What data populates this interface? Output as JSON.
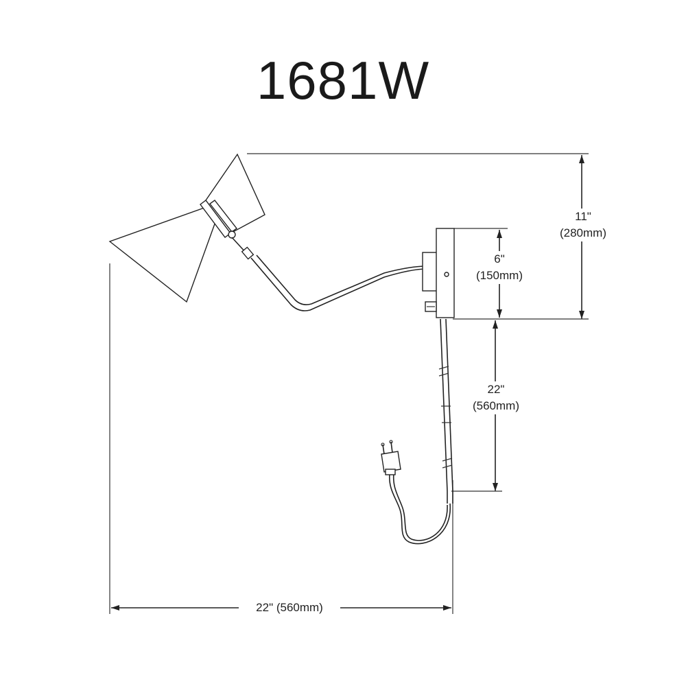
{
  "title": "1681W",
  "dimensions": {
    "overall_height": {
      "inches": "11\"",
      "mm": "(280mm)"
    },
    "backplate_height": {
      "inches": "6\"",
      "mm": "(150mm)"
    },
    "cord_length": {
      "inches": "22\"",
      "mm": "(560mm)"
    },
    "overall_width": {
      "label": "22\" (560mm)"
    }
  }
}
